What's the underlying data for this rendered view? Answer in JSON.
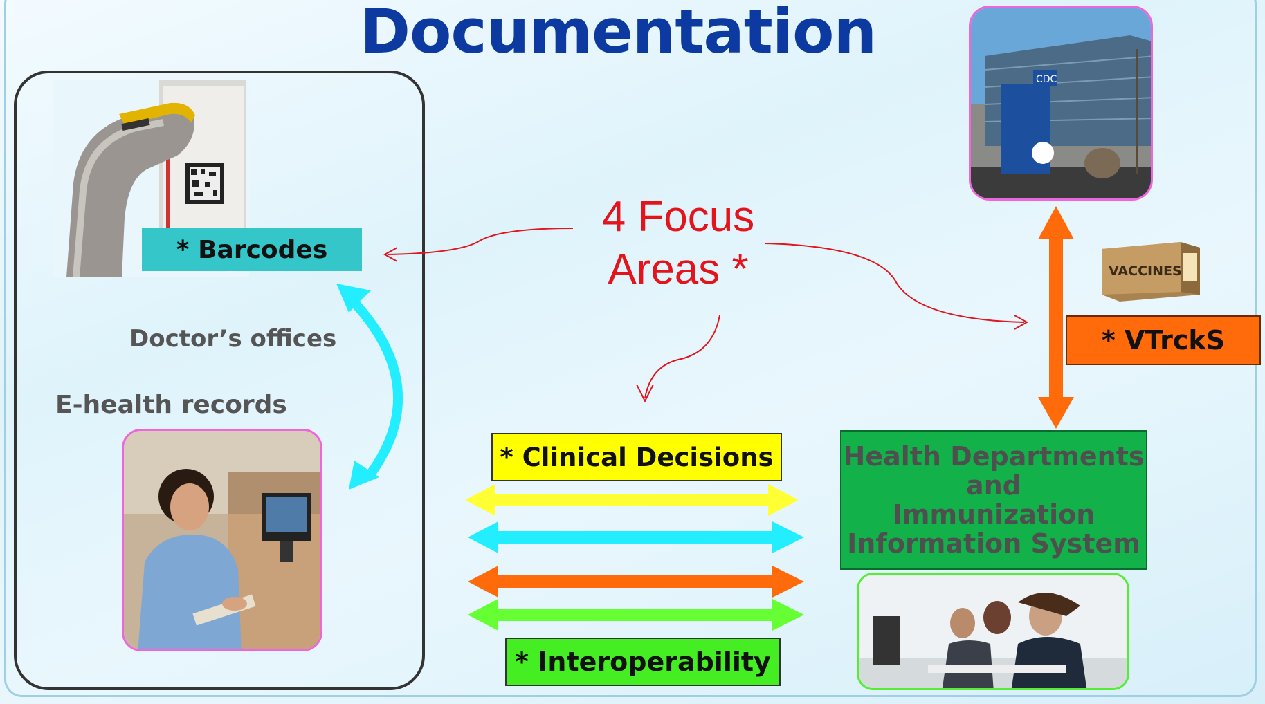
{
  "title": "Documentation",
  "focus_text": {
    "line1": "4 Focus",
    "line2": "Areas *"
  },
  "labels": {
    "barcodes": "* Barcodes",
    "vtrcks": "* VTrckS",
    "clinical": "* Clinical Decisions",
    "interop": "* Interoperability",
    "health_dept": [
      "Health Departments",
      "and",
      "Immunization",
      "Information System"
    ],
    "doctors": "Doctor’s offices",
    "ehealth": "E-health records",
    "vaccines": "VACCINES",
    "cdc": "CDC"
  },
  "colors": {
    "title": "#0d3aa0",
    "focus": "#e3141c",
    "barcodes_bg": "#35c6c9",
    "vtrcks_bg": "#ff6a0a",
    "clinical_bg": "#ffff00",
    "interop_bg": "#44ee22",
    "health_bg": "#12b14a",
    "arrow_yellow": "#ffff33",
    "arrow_cyan": "#22eeff",
    "arrow_orange": "#ff6a0a",
    "arrow_green": "#66ff33"
  }
}
